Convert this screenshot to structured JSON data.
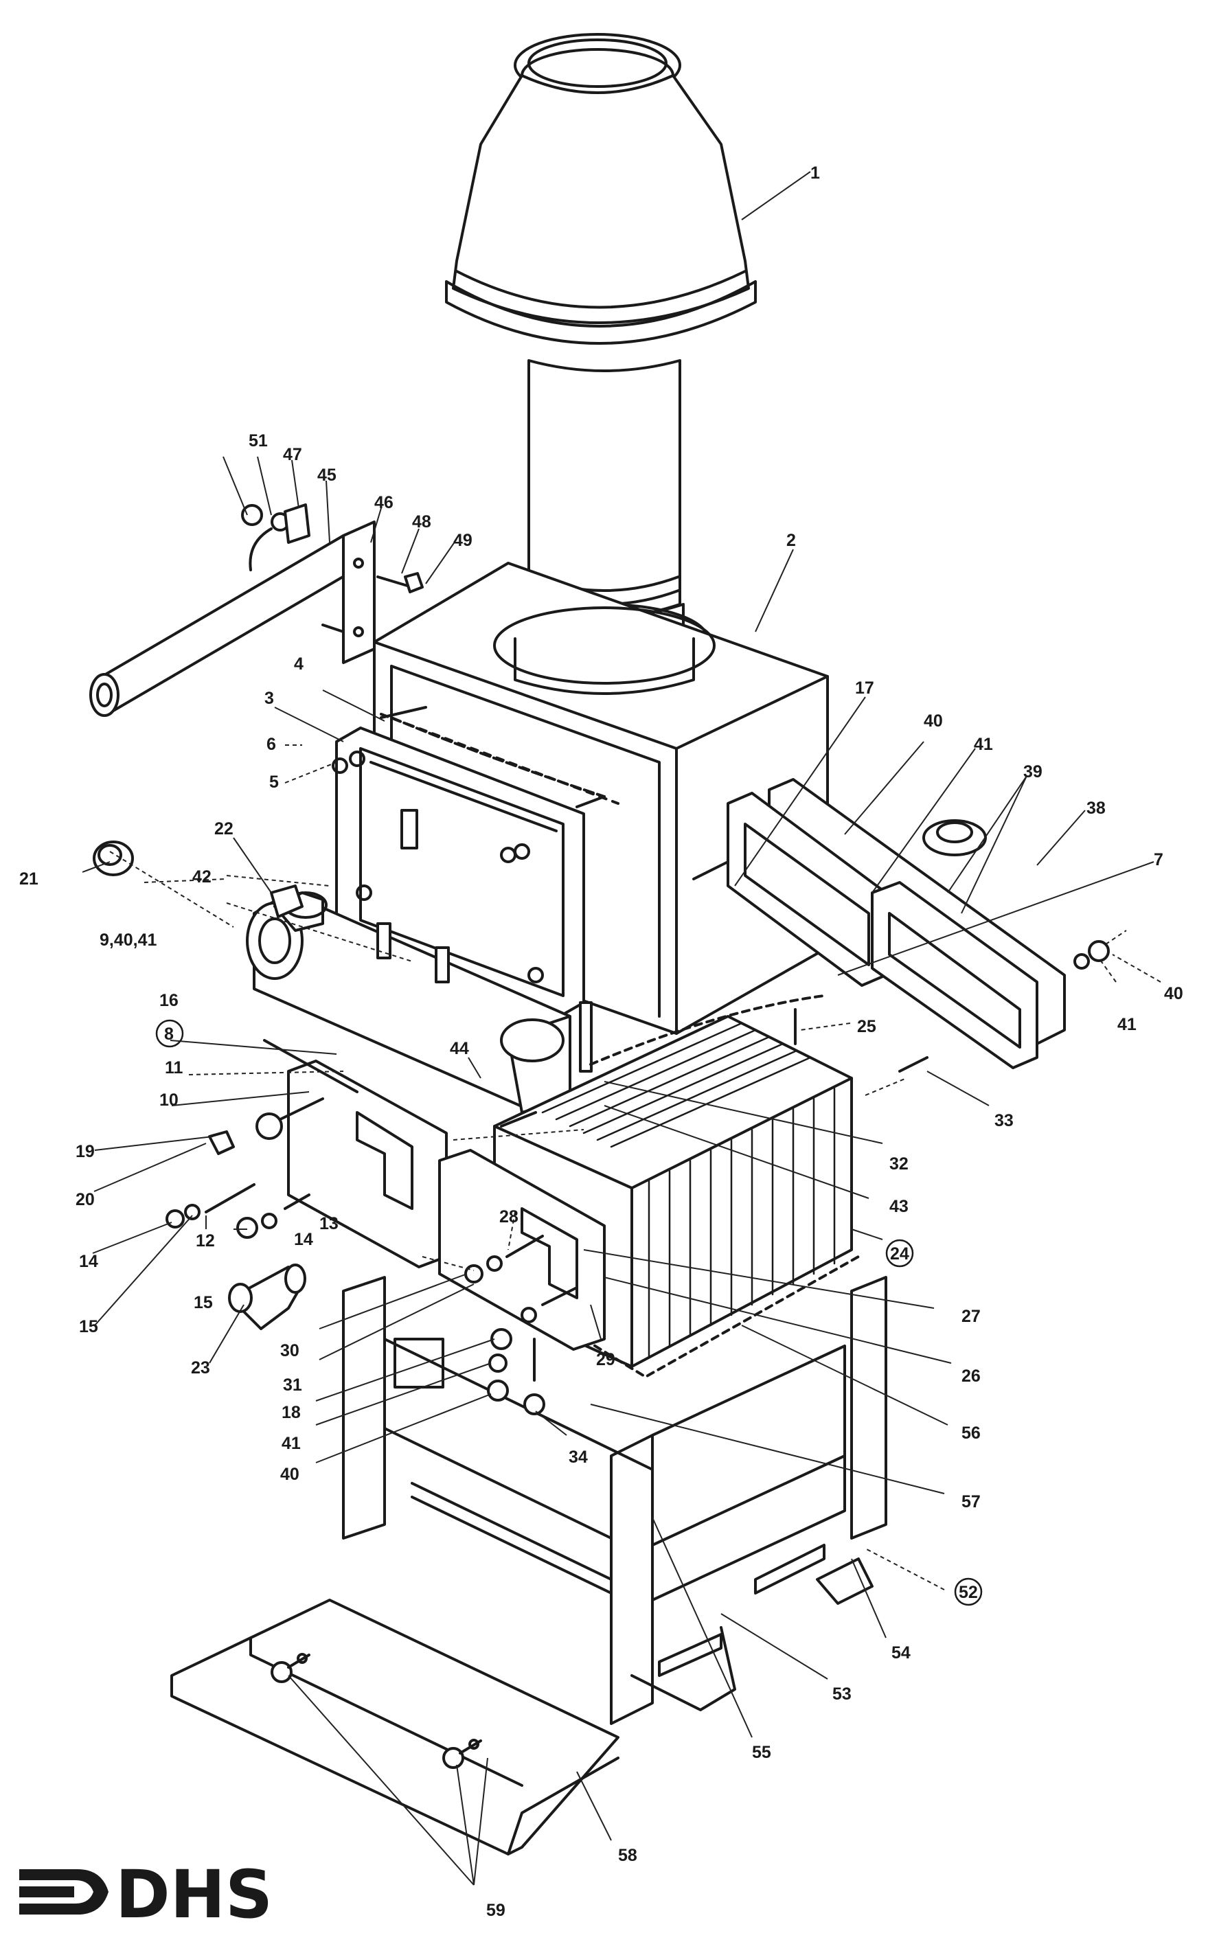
{
  "logo": {
    "text": "DHS",
    "icon": "arrow-right-icon"
  },
  "parts": [
    {
      "id": "p1",
      "label": "1"
    },
    {
      "id": "p2",
      "label": "2"
    },
    {
      "id": "p3",
      "label": "3"
    },
    {
      "id": "p4",
      "label": "4"
    },
    {
      "id": "p5",
      "label": "5"
    },
    {
      "id": "p6",
      "label": "6"
    },
    {
      "id": "p7",
      "label": "7"
    },
    {
      "id": "p8",
      "label": "8",
      "circled": true
    },
    {
      "id": "p9",
      "label": "9,40,41"
    },
    {
      "id": "p10",
      "label": "10"
    },
    {
      "id": "p11",
      "label": "11"
    },
    {
      "id": "p12",
      "label": "12"
    },
    {
      "id": "p13",
      "label": "13"
    },
    {
      "id": "p14a",
      "label": "14"
    },
    {
      "id": "p14b",
      "label": "14"
    },
    {
      "id": "p15a",
      "label": "15"
    },
    {
      "id": "p15b",
      "label": "15"
    },
    {
      "id": "p16",
      "label": "16"
    },
    {
      "id": "p17",
      "label": "17"
    },
    {
      "id": "p18",
      "label": "18"
    },
    {
      "id": "p19",
      "label": "19"
    },
    {
      "id": "p20",
      "label": "20"
    },
    {
      "id": "p21",
      "label": "21"
    },
    {
      "id": "p22",
      "label": "22"
    },
    {
      "id": "p23",
      "label": "23"
    },
    {
      "id": "p24",
      "label": "24",
      "circled": true
    },
    {
      "id": "p25",
      "label": "25"
    },
    {
      "id": "p26",
      "label": "26"
    },
    {
      "id": "p27",
      "label": "27"
    },
    {
      "id": "p28",
      "label": "28"
    },
    {
      "id": "p29",
      "label": "29"
    },
    {
      "id": "p30",
      "label": "30"
    },
    {
      "id": "p31",
      "label": "31"
    },
    {
      "id": "p32",
      "label": "32"
    },
    {
      "id": "p33",
      "label": "33"
    },
    {
      "id": "p34",
      "label": "34"
    },
    {
      "id": "p38",
      "label": "38"
    },
    {
      "id": "p39",
      "label": "39"
    },
    {
      "id": "p40a",
      "label": "40"
    },
    {
      "id": "p40b",
      "label": "40"
    },
    {
      "id": "p40c",
      "label": "40"
    },
    {
      "id": "p41a",
      "label": "41"
    },
    {
      "id": "p41b",
      "label": "41"
    },
    {
      "id": "p41c",
      "label": "41"
    },
    {
      "id": "p42",
      "label": "42"
    },
    {
      "id": "p43",
      "label": "43"
    },
    {
      "id": "p44",
      "label": "44"
    },
    {
      "id": "p45",
      "label": "45"
    },
    {
      "id": "p46",
      "label": "46"
    },
    {
      "id": "p47",
      "label": "47"
    },
    {
      "id": "p48",
      "label": "48"
    },
    {
      "id": "p49",
      "label": "49"
    },
    {
      "id": "p51",
      "label": "51"
    },
    {
      "id": "p52",
      "label": "52",
      "circled": true
    },
    {
      "id": "p53",
      "label": "53"
    },
    {
      "id": "p54",
      "label": "54"
    },
    {
      "id": "p55",
      "label": "55"
    },
    {
      "id": "p56",
      "label": "56"
    },
    {
      "id": "p57",
      "label": "57"
    },
    {
      "id": "p58",
      "label": "58"
    },
    {
      "id": "p59",
      "label": "59"
    }
  ]
}
